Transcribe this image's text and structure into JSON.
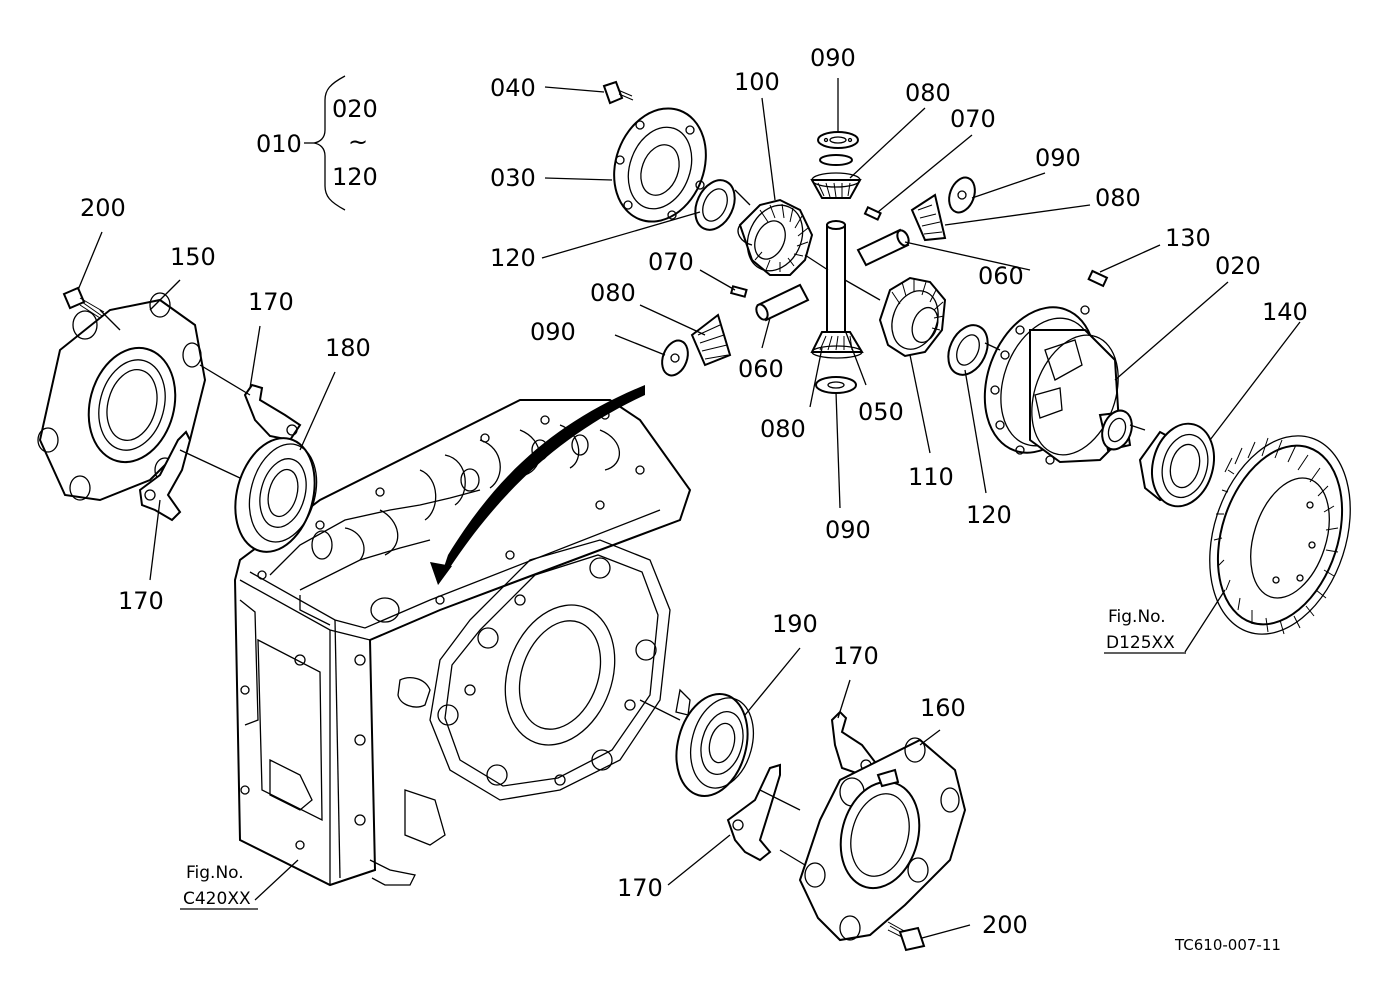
{
  "diagram": {
    "reference_code": "TC610-007-11",
    "assembly": {
      "label": "010",
      "range_start": "020",
      "range_tilde": "~",
      "range_end": "120"
    },
    "callouts": [
      {
        "key": "040",
        "text": "040"
      },
      {
        "key": "100",
        "text": "100"
      },
      {
        "key": "090_top",
        "text": "090"
      },
      {
        "key": "080_top",
        "text": "080"
      },
      {
        "key": "070_top",
        "text": "070"
      },
      {
        "key": "090_right",
        "text": "090"
      },
      {
        "key": "080_right",
        "text": "080"
      },
      {
        "key": "030",
        "text": "030"
      },
      {
        "key": "120_left",
        "text": "120"
      },
      {
        "key": "060_right",
        "text": "060"
      },
      {
        "key": "070_mid",
        "text": "070"
      },
      {
        "key": "130",
        "text": "130"
      },
      {
        "key": "020",
        "text": "020"
      },
      {
        "key": "200_top",
        "text": "200"
      },
      {
        "key": "150",
        "text": "150"
      },
      {
        "key": "170_top",
        "text": "170"
      },
      {
        "key": "180",
        "text": "180"
      },
      {
        "key": "080_left",
        "text": "080"
      },
      {
        "key": "090_left",
        "text": "090"
      },
      {
        "key": "060_left",
        "text": "060"
      },
      {
        "key": "140",
        "text": "140"
      },
      {
        "key": "080_bottom",
        "text": "080"
      },
      {
        "key": "050",
        "text": "050"
      },
      {
        "key": "110",
        "text": "110"
      },
      {
        "key": "120_right",
        "text": "120"
      },
      {
        "key": "090_bottom",
        "text": "090"
      },
      {
        "key": "170_left",
        "text": "170"
      },
      {
        "key": "190",
        "text": "190"
      },
      {
        "key": "170_mid",
        "text": "170"
      },
      {
        "key": "160",
        "text": "160"
      },
      {
        "key": "170_bottom",
        "text": "170"
      },
      {
        "key": "200_bottom",
        "text": "200"
      }
    ],
    "figure_refs": [
      {
        "key": "d125",
        "prefix": "Fig.No.",
        "number": "D125XX"
      },
      {
        "key": "c420",
        "prefix": "Fig.No.",
        "number": "C420XX"
      }
    ]
  }
}
